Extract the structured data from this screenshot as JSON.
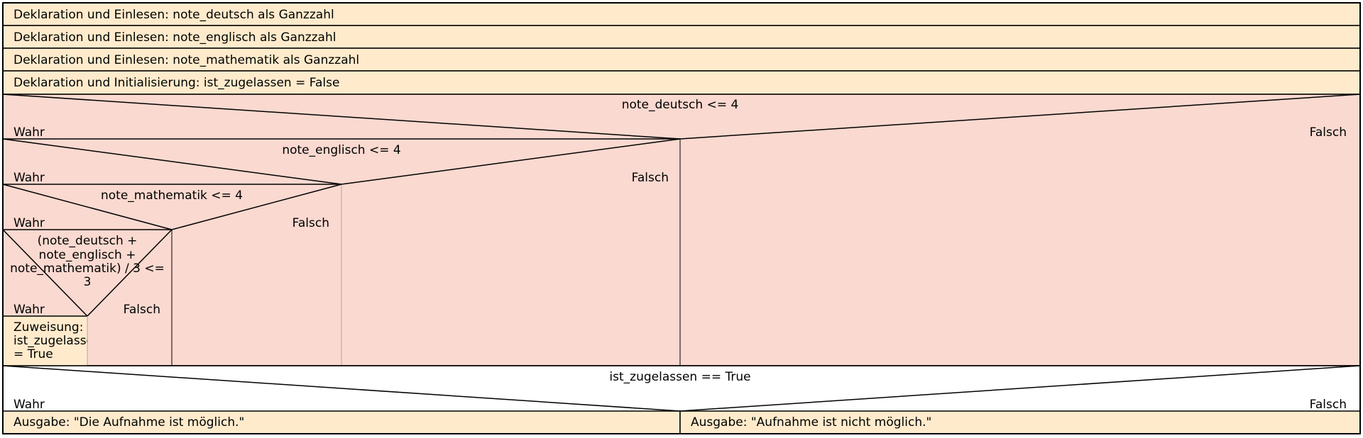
{
  "steps": [
    "Deklaration und Einlesen: note_deutsch als Ganzzahl",
    "Deklaration und Einlesen: note_englisch als Ganzzahl",
    "Deklaration und Einlesen: note_mathematik als Ganzzahl",
    "Deklaration und Initialisierung: ist_zugelassen = False"
  ],
  "decisions": [
    {
      "condition": "note_deutsch <= 4",
      "true_label": "Wahr",
      "false_label": "Falsch"
    },
    {
      "condition": "note_englisch <= 4",
      "true_label": "Wahr",
      "false_label": "Falsch"
    },
    {
      "condition": "note_mathematik <= 4",
      "true_label": "Wahr",
      "false_label": "Falsch"
    },
    {
      "condition_lines": [
        "(note_deutsch +",
        "note_englisch +",
        "note_mathematik) / 3 <=",
        "3"
      ],
      "true_label": "Wahr",
      "false_label": "Falsch"
    }
  ],
  "assignment": {
    "lines": [
      "Zuweisung:",
      "ist_zugelassen",
      "= True"
    ]
  },
  "final_decision": {
    "condition": "ist_zugelassen == True",
    "true_label": "Wahr",
    "false_label": "Falsch"
  },
  "outputs": {
    "true": "Ausgabe: \"Die Aufnahme ist möglich.\"",
    "false": "Ausgabe: \"Aufnahme ist nicht möglich.\""
  },
  "colors": {
    "block": "#ffebcc",
    "decision": "#fad9d0",
    "line": "#000000",
    "thin_line": "#b0a8a4"
  }
}
